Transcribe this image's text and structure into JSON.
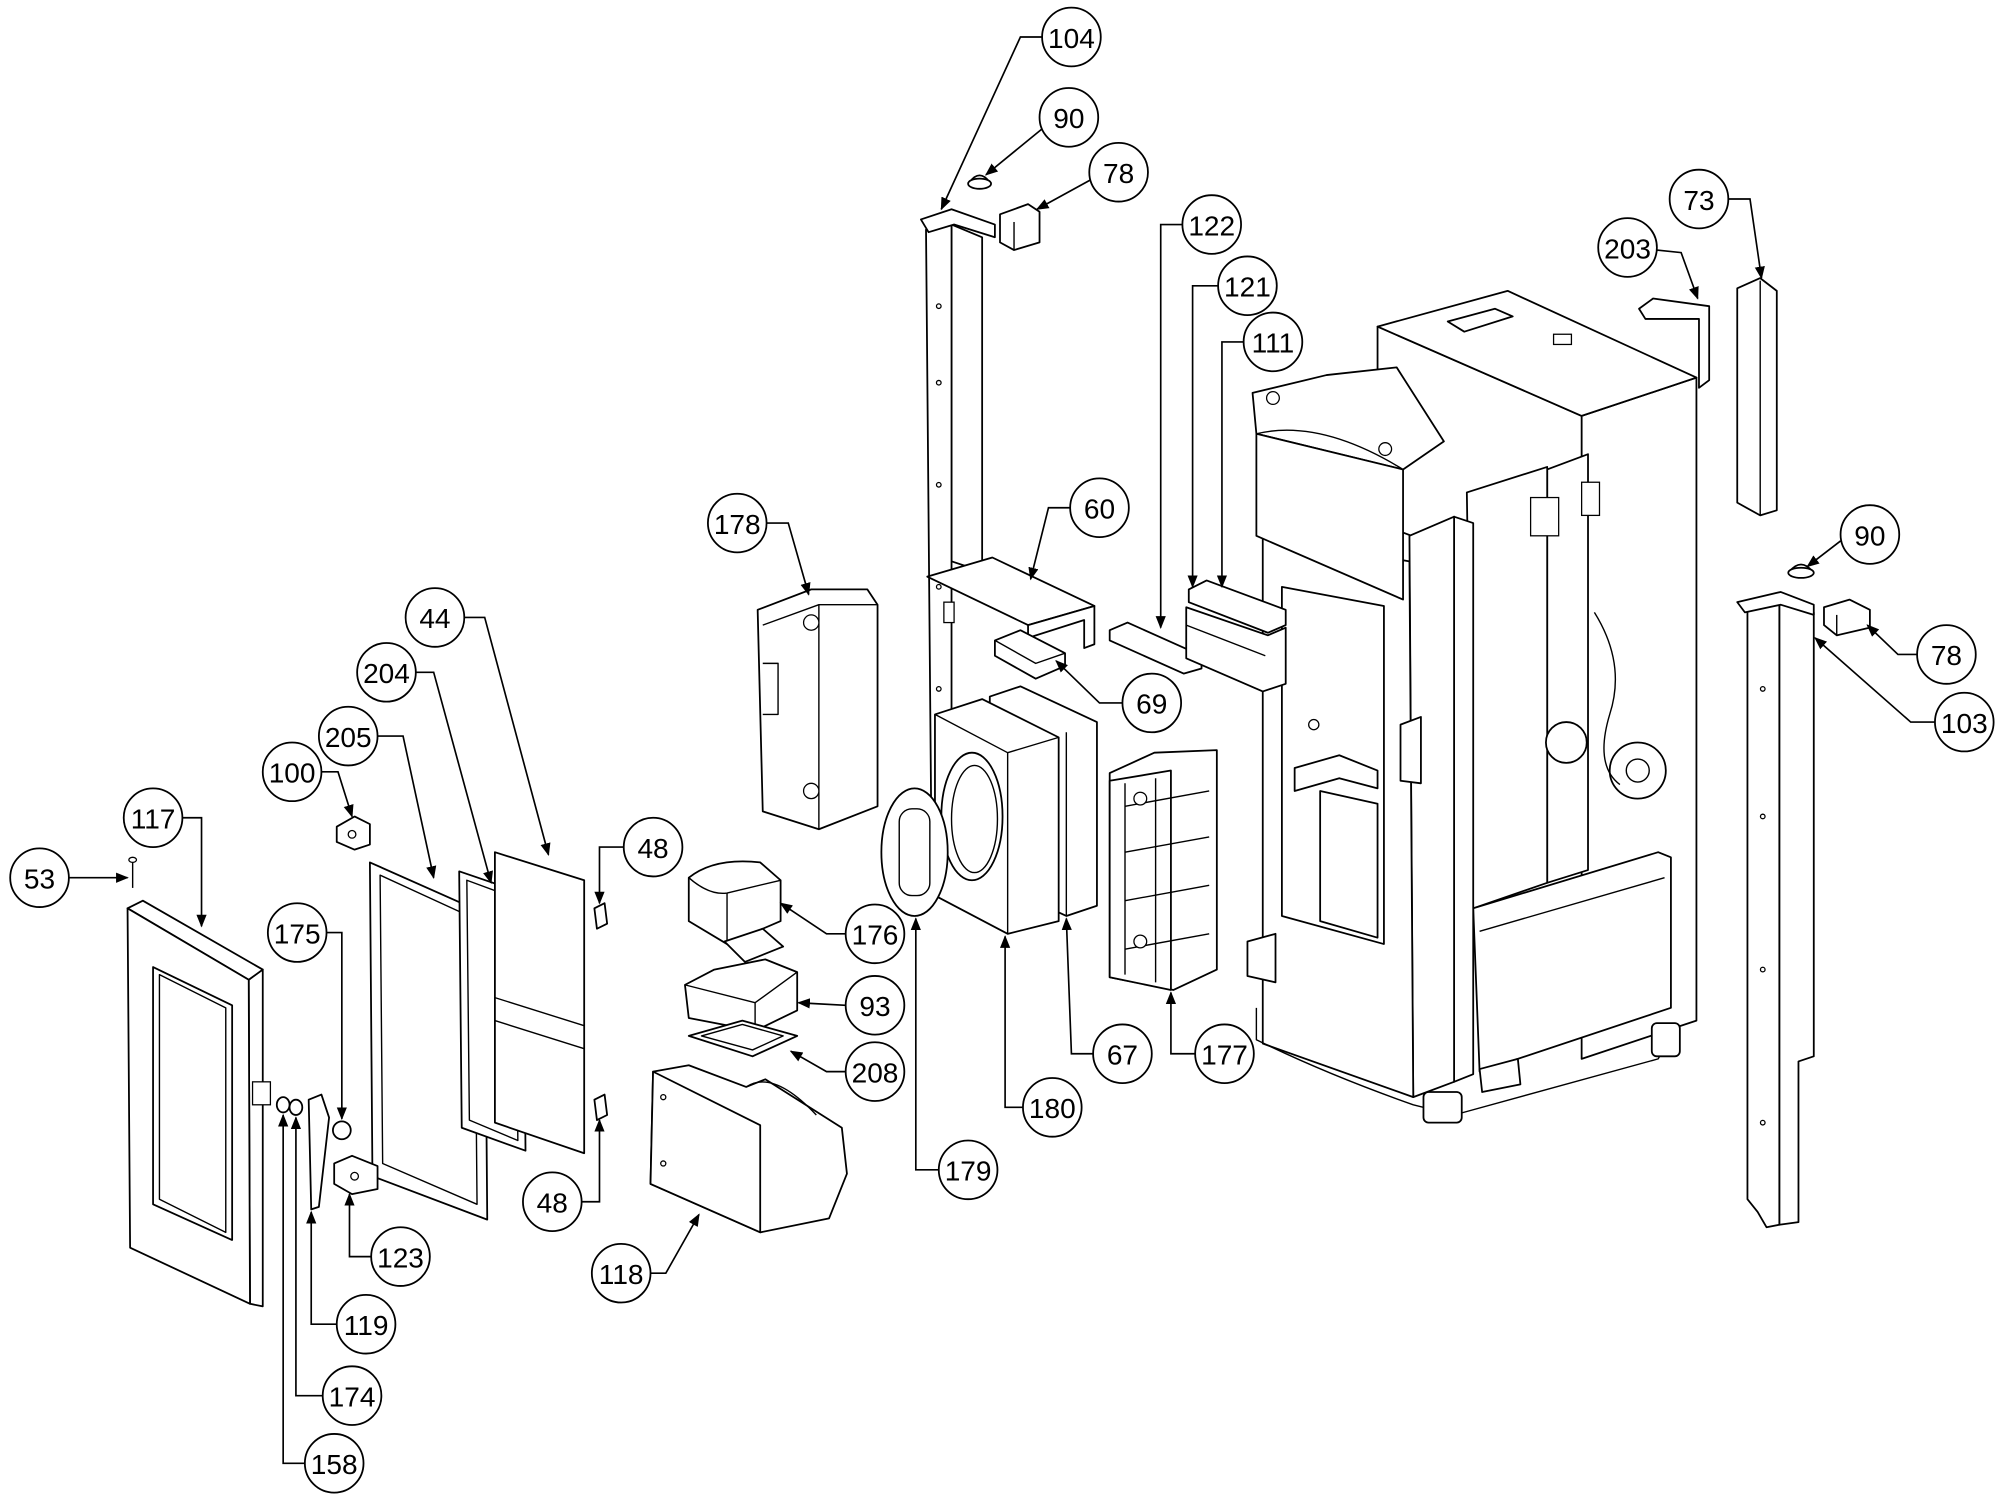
{
  "callouts": [
    "104",
    "90",
    "78",
    "122",
    "121",
    "111",
    "73",
    "203",
    "90",
    "78",
    "103",
    "60",
    "178",
    "69",
    "44",
    "204",
    "205",
    "100",
    "117",
    "53",
    "175",
    "48",
    "48",
    "176",
    "93",
    "208",
    "179",
    "180",
    "67",
    "177",
    "118",
    "123",
    "119",
    "174",
    "158"
  ],
  "colors": {
    "line": "#000000",
    "background": "#ffffff"
  }
}
